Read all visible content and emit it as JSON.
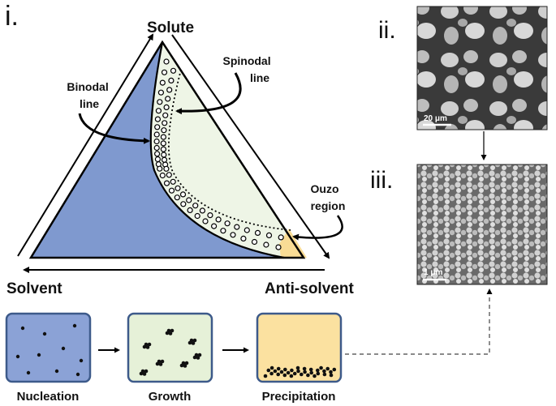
{
  "panels": {
    "i": "i.",
    "ii": "ii.",
    "iii": "iii."
  },
  "ternary": {
    "vertex_top": "Solute",
    "vertex_left": "Solvent",
    "vertex_right": "Anti-solvent",
    "binodal": [
      "Binodal",
      "line"
    ],
    "spinodal": [
      "Spinodal",
      "line"
    ],
    "ouzo": [
      "Ouzo",
      "region"
    ]
  },
  "micrographs": {
    "ii_scale": "20 μm",
    "iii_scale": "1 μm"
  },
  "stages": [
    "Nucleation",
    "Growth",
    "Precipitation"
  ],
  "colors": {
    "blue_region": "#7f99cf",
    "green_region": "#eef5e6",
    "ouzo_region": "#f9dc95",
    "box_border": "#3d5a8a",
    "nucleation_fill": "#8ba2d6",
    "growth_fill": "#e6f1d8",
    "precip_fill": "#fbe1a0"
  }
}
